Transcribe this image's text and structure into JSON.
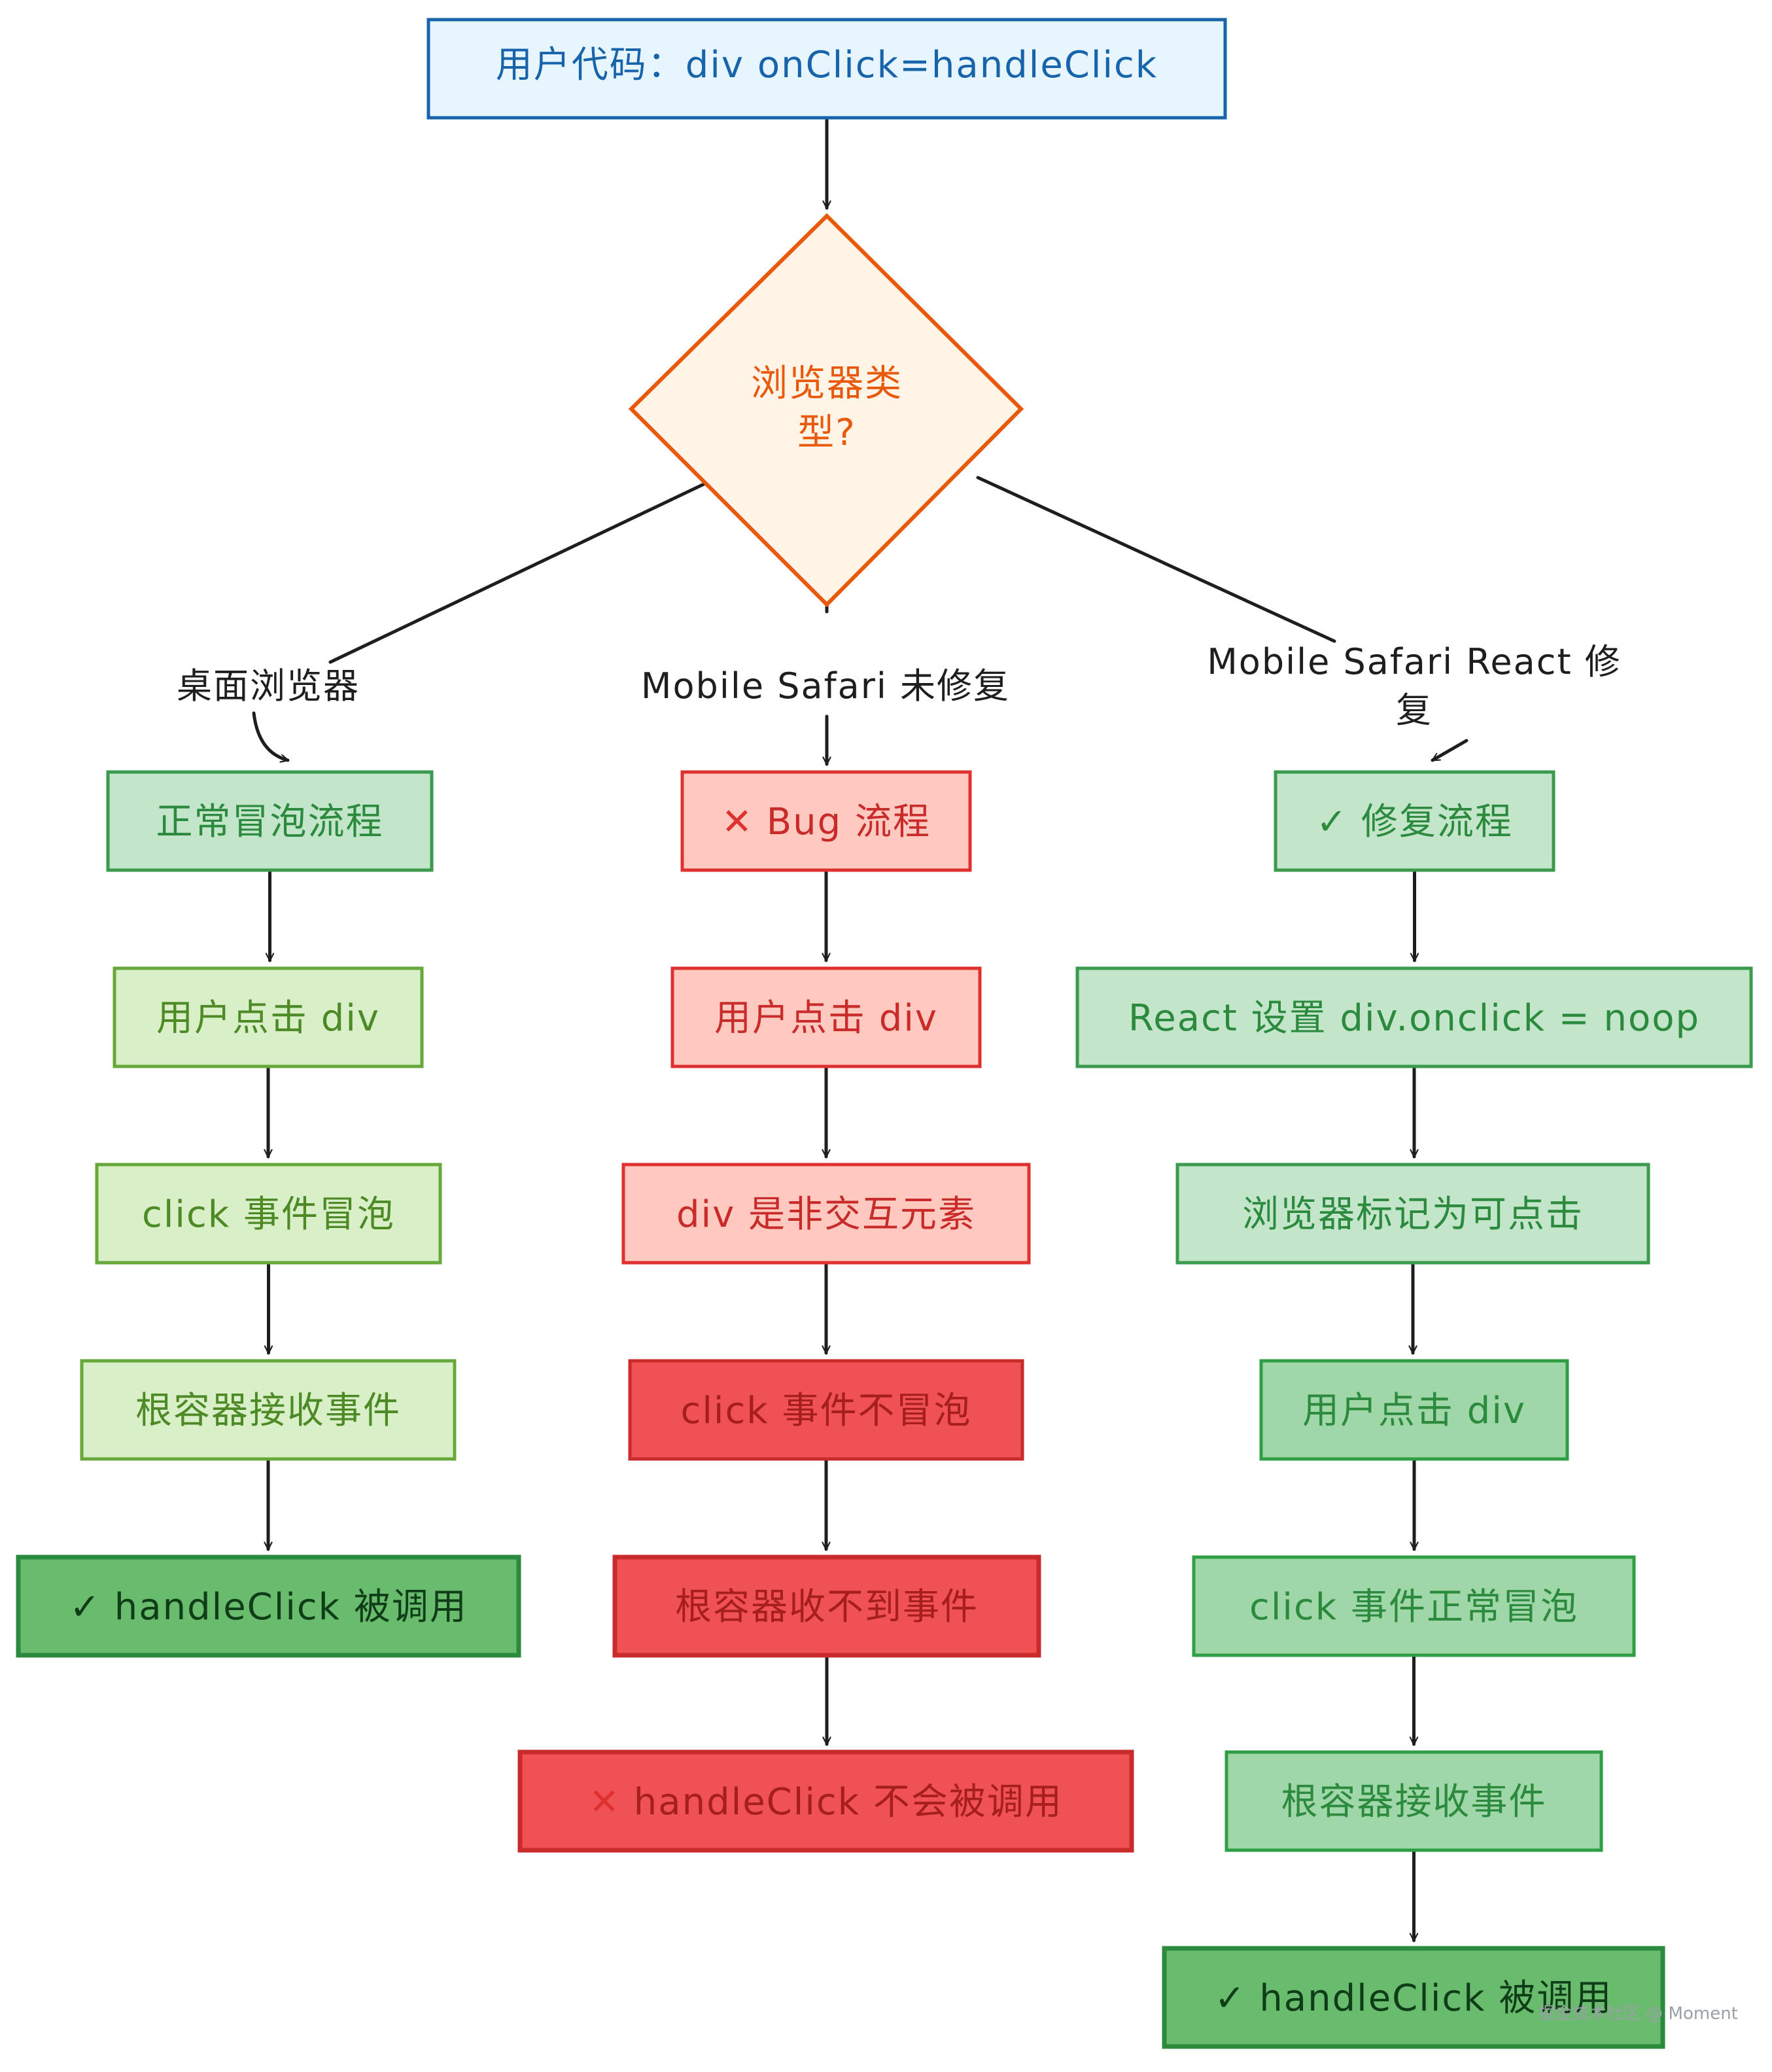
{
  "start": {
    "text": "用户代码：div onClick=handleClick",
    "fill": "#e7f5ff",
    "stroke": "#1864ab",
    "color": "#1864ab"
  },
  "decision": {
    "lines": [
      "浏览器类",
      "型?"
    ],
    "fill": "#fff4e6",
    "stroke": "#e8590c",
    "color": "#e8590c"
  },
  "edge_labels": {
    "desktop": "桌面浏览器",
    "safari_unfixed": "Mobile Safari 未修复",
    "safari_fixed_line1": "Mobile Safari React 修",
    "safari_fixed_line2": "复"
  },
  "branches": {
    "desktop": [
      {
        "text": "正常冒泡流程",
        "fill": "#c3e6cb",
        "stroke": "#3a9b4f",
        "color": "#2b8a3e"
      },
      {
        "text": "用户点击 div",
        "fill": "#d8efc7",
        "stroke": "#66a83a",
        "color": "#4d8a26"
      },
      {
        "text": "click 事件冒泡",
        "fill": "#d8efc7",
        "stroke": "#66a83a",
        "color": "#4d8a26"
      },
      {
        "text": "根容器接收事件",
        "fill": "#d8efc7",
        "stroke": "#66a83a",
        "color": "#4d8a26"
      },
      {
        "text": "✓ handleClick 被调用",
        "fill": "#69bb6d",
        "stroke": "#2b8a3e",
        "color": "#0f3d18"
      }
    ],
    "safari_unfixed": [
      {
        "text": "✕ Bug 流程",
        "fill": "#ffc9c0",
        "stroke": "#e03131",
        "color": "#c92a2a",
        "mark_color": "#e03131"
      },
      {
        "text": "用户点击 div",
        "fill": "#ffc9c0",
        "stroke": "#e03131",
        "color": "#c92a2a"
      },
      {
        "text": "div 是非交互元素",
        "fill": "#ffc9c0",
        "stroke": "#e03131",
        "color": "#c92a2a"
      },
      {
        "text": "click 事件不冒泡",
        "fill": "#ef5155",
        "stroke": "#c92a2a",
        "color": "#a61e1e"
      },
      {
        "text": "根容器收不到事件",
        "fill": "#ef5155",
        "stroke": "#c92a2a",
        "color": "#a61e1e"
      },
      {
        "text": "✕ handleClick 不会被调用",
        "fill": "#ef5155",
        "stroke": "#c92a2a",
        "color": "#a61e1e",
        "mark_color": "#e03131"
      }
    ],
    "safari_fixed": [
      {
        "text": "✓ 修复流程",
        "fill": "#c3e6cb",
        "stroke": "#3a9b4f",
        "color": "#2b8a3e"
      },
      {
        "text": "React 设置 div.onclick = noop",
        "fill": "#c3e6cb",
        "stroke": "#3a9b4f",
        "color": "#2b8a3e"
      },
      {
        "text": "浏览器标记为可点击",
        "fill": "#c3e6cb",
        "stroke": "#3a9b4f",
        "color": "#2b8a3e"
      },
      {
        "text": "用户点击 div",
        "fill": "#9fd7a8",
        "stroke": "#2f9e44",
        "color": "#2b8a3e"
      },
      {
        "text": "click 事件正常冒泡",
        "fill": "#9fd7a8",
        "stroke": "#2f9e44",
        "color": "#2b8a3e"
      },
      {
        "text": "根容器接收事件",
        "fill": "#9fd7a8",
        "stroke": "#2f9e44",
        "color": "#2b8a3e"
      },
      {
        "text": "✓ handleClick 被调用",
        "fill": "#69bb6d",
        "stroke": "#2b8a3e",
        "color": "#0f3d18"
      }
    ]
  },
  "edge_color": "#1e1e1e",
  "watermark": "掘金技术社区 @ Moment"
}
